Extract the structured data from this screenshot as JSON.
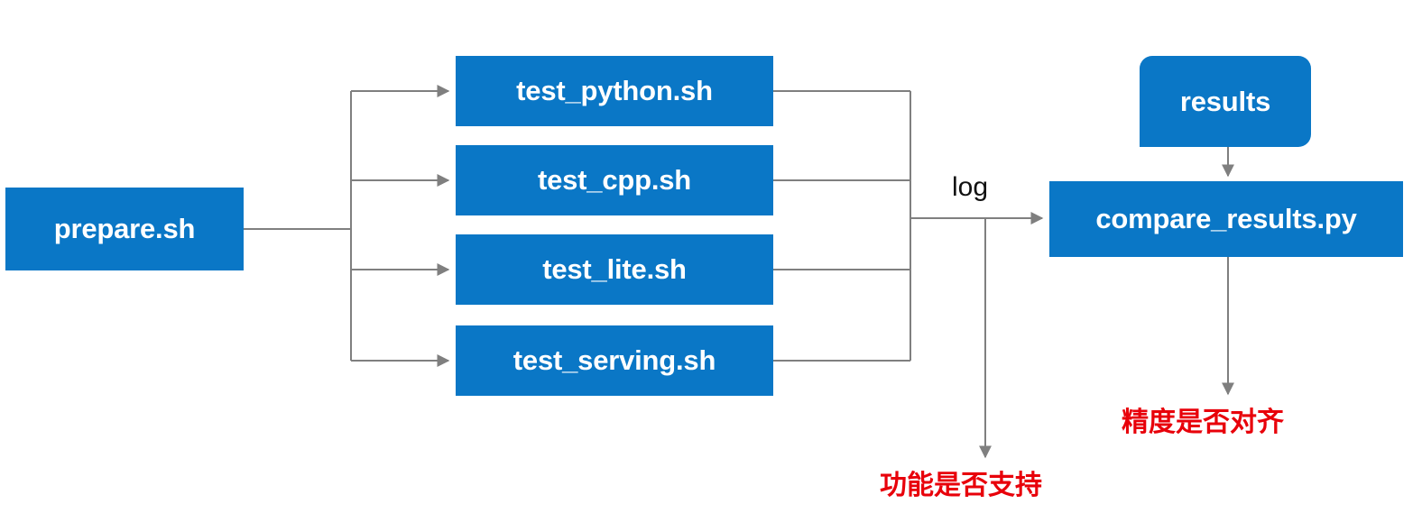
{
  "diagram": {
    "title": "Test pipeline flowchart",
    "colors": {
      "node_fill": "#0a77c6",
      "node_text": "#ffffff",
      "edge": "#7f7f7f",
      "annotation_red": "#e8000a",
      "label_text": "#111111",
      "background": "#ffffff"
    },
    "nodes": {
      "prepare": {
        "label": "prepare.sh"
      },
      "tests": [
        {
          "label": "test_python.sh"
        },
        {
          "label": "test_cpp.sh"
        },
        {
          "label": "test_lite.sh"
        },
        {
          "label": "test_serving.sh"
        }
      ],
      "results": {
        "label": "results"
      },
      "compare": {
        "label": "compare_results.py"
      }
    },
    "edge_labels": {
      "log": "log"
    },
    "annotations": [
      {
        "label": "功能是否支持"
      },
      {
        "label": "精度是否对齐"
      }
    ]
  }
}
